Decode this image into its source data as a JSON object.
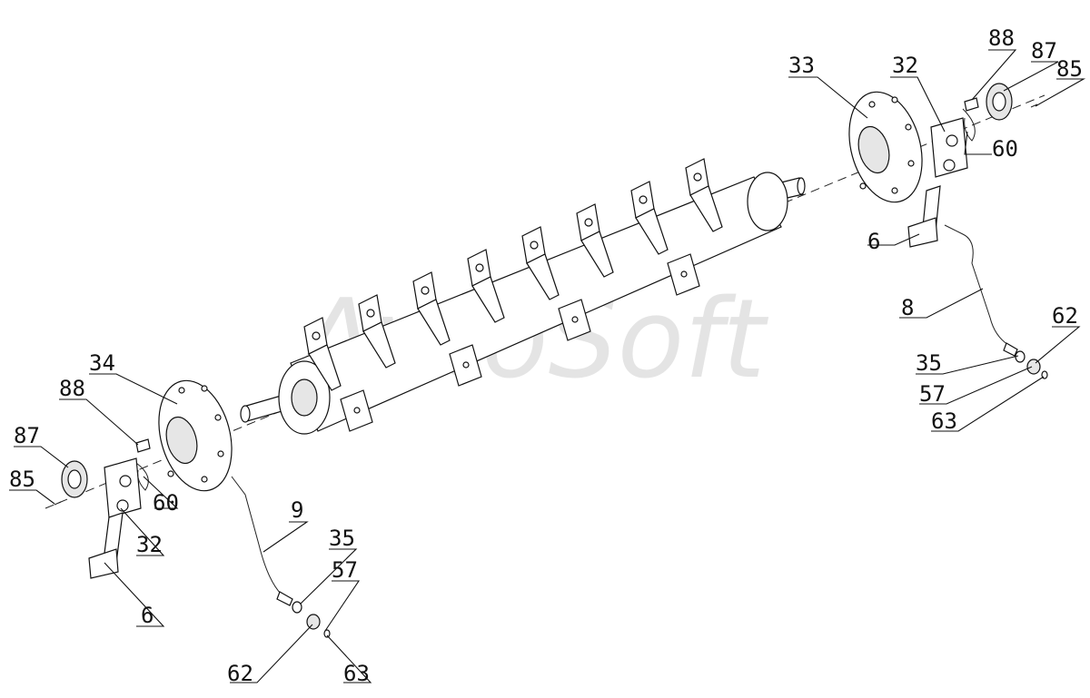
{
  "diagram": {
    "watermark": "AvtoSoft",
    "callouts": [
      {
        "id": "c-33-right",
        "text": "33"
      },
      {
        "id": "c-32-right",
        "text": "32"
      },
      {
        "id": "c-88-right",
        "text": "88"
      },
      {
        "id": "c-87-right",
        "text": "87"
      },
      {
        "id": "c-85-right",
        "text": "85"
      },
      {
        "id": "c-60-right",
        "text": "60"
      },
      {
        "id": "c-6-right",
        "text": "6"
      },
      {
        "id": "c-8-right",
        "text": "8"
      },
      {
        "id": "c-62-right",
        "text": "62"
      },
      {
        "id": "c-35-right",
        "text": "35"
      },
      {
        "id": "c-57-right",
        "text": "57"
      },
      {
        "id": "c-63-right",
        "text": "63"
      },
      {
        "id": "c-34-left",
        "text": "34"
      },
      {
        "id": "c-88-left",
        "text": "88"
      },
      {
        "id": "c-87-left",
        "text": "87"
      },
      {
        "id": "c-85-left",
        "text": "85"
      },
      {
        "id": "c-60-left",
        "text": "60"
      },
      {
        "id": "c-32-left",
        "text": "32"
      },
      {
        "id": "c-6-left",
        "text": "6"
      },
      {
        "id": "c-9-left",
        "text": "9"
      },
      {
        "id": "c-35-left",
        "text": "35"
      },
      {
        "id": "c-57-left",
        "text": "57"
      },
      {
        "id": "c-62-left",
        "text": "62"
      },
      {
        "id": "c-63-left",
        "text": "63"
      }
    ]
  }
}
